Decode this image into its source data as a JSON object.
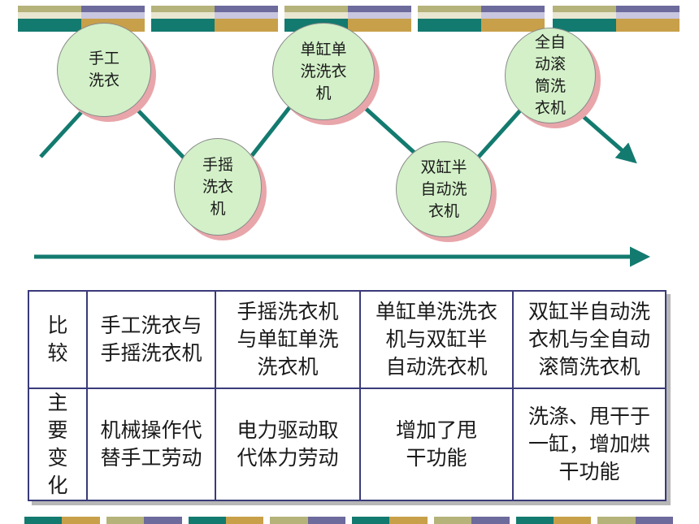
{
  "stages": [
    {
      "label": "手工\n洗衣"
    },
    {
      "label": "手摇\n洗衣\n机"
    },
    {
      "label": "单缸单\n洗洗衣\n机"
    },
    {
      "label": "双缸半\n自动洗\n衣机"
    },
    {
      "label": "全自\n动滚\n筒洗\n衣机"
    }
  ],
  "table": {
    "row_headers": [
      "比\n较",
      "主\n要\n变\n化"
    ],
    "comparisons": [
      "手工洗衣与\n手摇洗衣机",
      "手摇洗衣机\n与单缸单洗\n洗衣机",
      "单缸单洗洗衣\n机与双缸半\n自动洗衣机",
      "双缸半自动洗\n衣机与全自动\n滚筒洗衣机"
    ],
    "changes": [
      "机械操作代\n替手工劳动",
      "电力驱动取\n代体力劳动",
      "增加了甩\n干功能",
      "洗涤、甩干于\n一缸，增加烘\n干功能"
    ]
  },
  "colors": {
    "teal": "#137a6f",
    "olive": "#b5b27a",
    "purple": "#6d6a9c",
    "gold": "#c8a04a",
    "bubble_fill": "#d3f0c8",
    "bubble_shadow": "#e8a6aa",
    "table_border": "#3a3a7a"
  }
}
